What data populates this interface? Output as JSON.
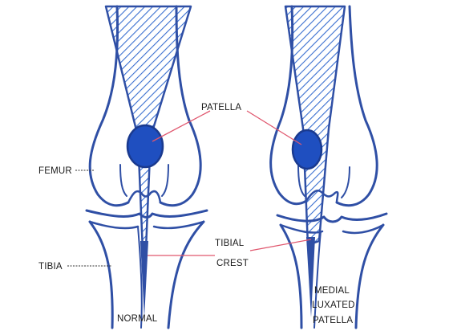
{
  "diagram": {
    "labels": {
      "patella": "PATELLA",
      "femur": "FEMUR",
      "tibia": "TIBIA",
      "tibial_crest_line1": "TIBIAL",
      "tibial_crest_line2": "CREST",
      "normal": "NORMAL",
      "medial_line1": "MEDIAL",
      "medial_line2": "LUXATED",
      "medial_line3": "PATELLA"
    },
    "colors": {
      "bone_outline": "#2f4fa5",
      "hatch": "#3a6fd0",
      "patella_fill": "#1f4fc0",
      "pointer_line": "#e0576e",
      "leader_line": "#333333",
      "background": "#ffffff"
    }
  }
}
